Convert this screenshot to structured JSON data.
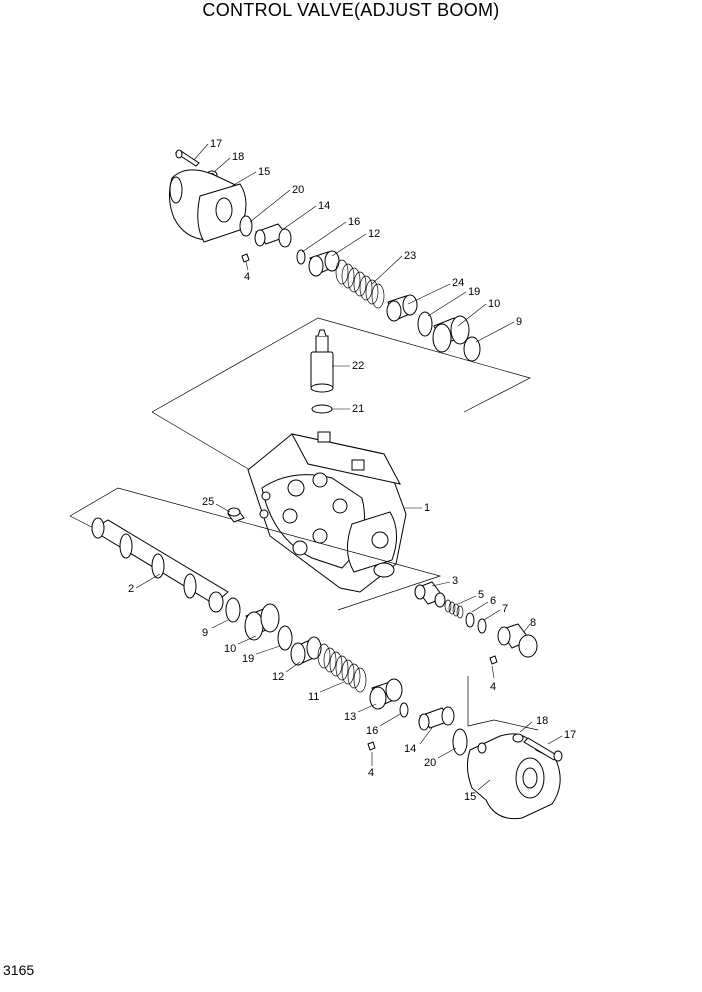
{
  "title": "CONTROL VALVE(ADJUST BOOM)",
  "page_number": "3165",
  "parts": {
    "p17a": "17",
    "p18a": "18",
    "p15a": "15",
    "p20a": "20",
    "p14a": "14",
    "p16a": "16",
    "p12a": "12",
    "p4a": "4",
    "p23": "23",
    "p24": "24",
    "p19a": "19",
    "p10a": "10",
    "p9a": "9",
    "p22": "22",
    "p21": "21",
    "p25": "25",
    "p1": "1",
    "p2": "2",
    "p3": "3",
    "p5": "5",
    "p6": "6",
    "p7": "7",
    "p8": "8",
    "p4b": "4",
    "p9b": "9",
    "p10b": "10",
    "p19b": "19",
    "p12b": "12",
    "p11": "11",
    "p13": "13",
    "p16b": "16",
    "p14b": "14",
    "p18b": "18",
    "p17b": "17",
    "p4c": "4",
    "p20b": "20",
    "p15b": "15"
  }
}
